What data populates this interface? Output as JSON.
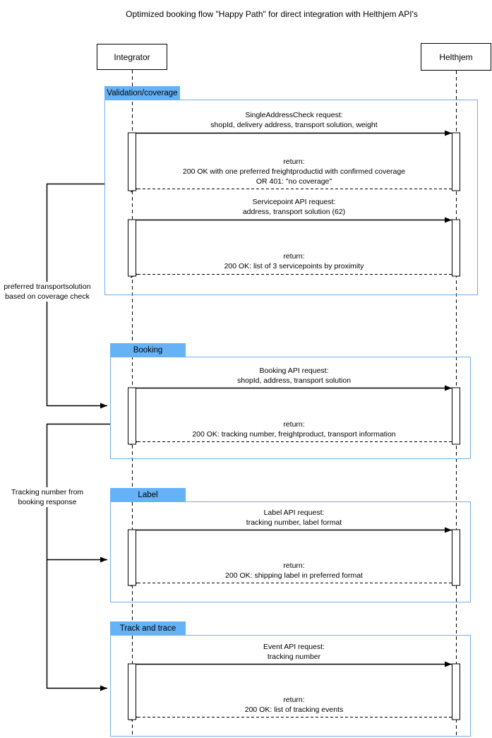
{
  "title": "Optimized booking flow \"Happy Path\" for direct integration with Helthjem API's",
  "actors": {
    "integrator": "Integrator",
    "helthjem": "Helthjem"
  },
  "notes": {
    "coverage": {
      "line1": "preferred transportsolution",
      "line2": "based on coverage check"
    },
    "tracking": {
      "line1": "Tracking number from",
      "line2": "booking response"
    }
  },
  "sections": [
    {
      "label": "Validation/coverage",
      "messages": [
        {
          "type": "request",
          "line1": "SingleAddressCheck request:",
          "line2": "shopId, delivery address, transport solution, weight"
        },
        {
          "type": "return",
          "line1": "return:",
          "line2": "200 OK with one preferred freightproductid with confirmed coverage",
          "line3": "OR 401: \"no coverage\""
        },
        {
          "type": "request",
          "line1": "Servicepoint API request:",
          "line2": "address, transport solution (62)"
        },
        {
          "type": "return",
          "line1": "return:",
          "line2": "200 OK: list of 3 servicepoints by proximity"
        }
      ]
    },
    {
      "label": "Booking",
      "messages": [
        {
          "type": "request",
          "line1": "Booking API request:",
          "line2": "shopId, address, transport solution"
        },
        {
          "type": "return",
          "line1": "return:",
          "line2": "200 OK: tracking number, freightproduct, transport information"
        }
      ]
    },
    {
      "label": "Label",
      "messages": [
        {
          "type": "request",
          "line1": "Label API request:",
          "line2": "tracking number, label format"
        },
        {
          "type": "return",
          "line1": "return:",
          "line2": "200 OK: shipping label in preferred format"
        }
      ]
    },
    {
      "label": "Track and trace",
      "messages": [
        {
          "type": "request",
          "line1": "Event API request:",
          "line2": "tracking number"
        },
        {
          "type": "return",
          "line1": "return:",
          "line2": "200 OK: list of tracking events"
        }
      ]
    }
  ],
  "colors": {
    "section_tab_fill": "#66B2F6",
    "section_frame_border": "#74ACEE",
    "line_color": "#000000",
    "background": "#FFFFFF"
  }
}
